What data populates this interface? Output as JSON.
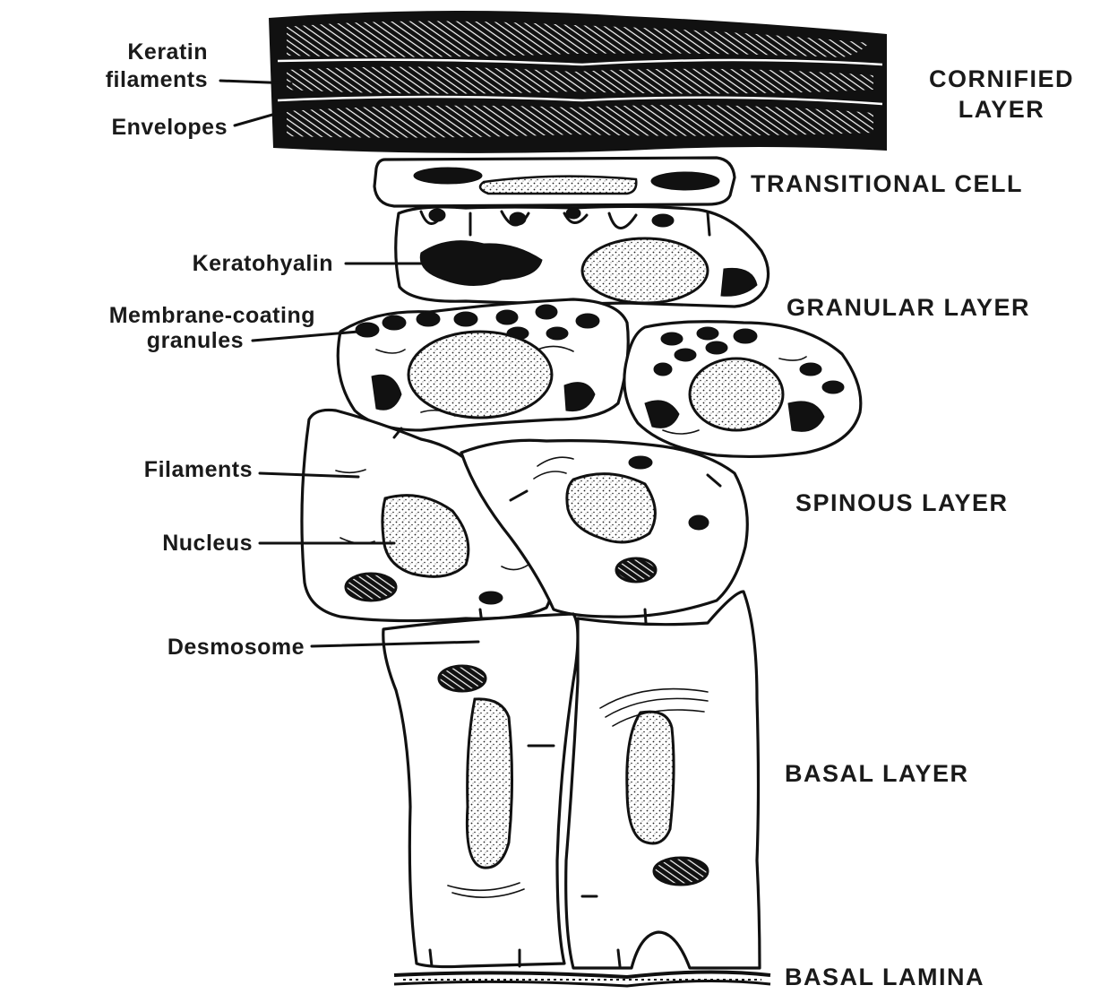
{
  "labels_left": {
    "keratin_line1": "Keratin",
    "keratin_line2": "filaments",
    "envelopes": "Envelopes",
    "keratohyalin": "Keratohyalin",
    "membrane_line1": "Membrane-coating",
    "membrane_line2": "granules",
    "filaments": "Filaments",
    "nucleus": "Nucleus",
    "desmosome": "Desmosome"
  },
  "labels_right": {
    "cornified_line1": "CORNIFIED",
    "cornified_line2": "LAYER",
    "transitional": "TRANSITIONAL CELL",
    "granular": "GRANULAR LAYER",
    "spinous": "SPINOUS LAYER",
    "basal": "BASAL LAYER",
    "lamina": "BASAL LAMINA"
  },
  "colors": {
    "ink": "#111111",
    "paper": "#ffffff"
  }
}
